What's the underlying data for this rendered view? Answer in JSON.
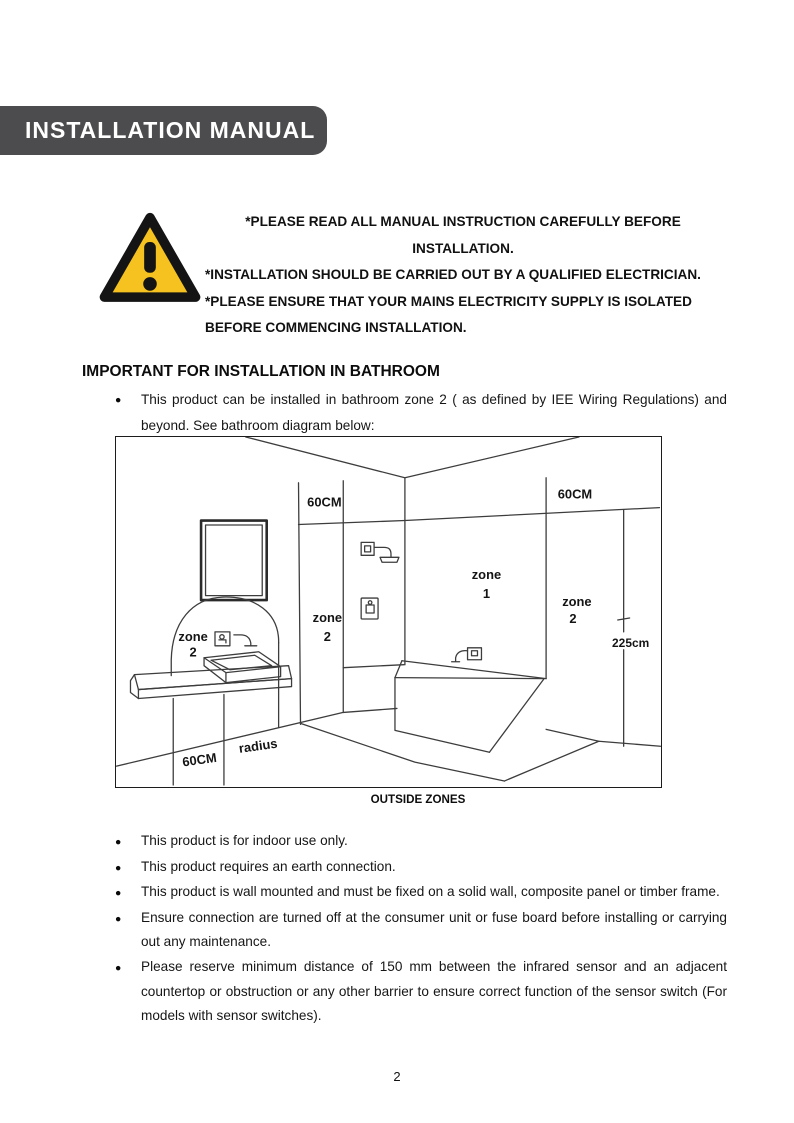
{
  "page": {
    "number": "2",
    "background": "#ffffff"
  },
  "header": {
    "title": "INSTALLATION MANUAL",
    "bg_color": "#4c4c4e",
    "text_color": "#ffffff"
  },
  "warning": {
    "icon": "warning-triangle",
    "triangle_fill": "#f6c21f",
    "triangle_border": "#141414",
    "lines": [
      "*PLEASE READ ALL MANUAL INSTRUCTION CAREFULLY BEFORE",
      "INSTALLATION.",
      "*INSTALLATION SHOULD BE CARRIED OUT BY A QUALIFIED ELECTRICIAN.",
      "*PLEASE ENSURE THAT YOUR MAINS ELECTRICITY SUPPLY IS ISOLATED",
      "BEFORE COMMENCING INSTALLATION."
    ]
  },
  "bathroom": {
    "heading": "IMPORTANT FOR INSTALLATION IN BATHROOM",
    "intro": "This product can be installed in bathroom zone 2 ( as defined by IEE Wiring Regulations) and beyond. See bathroom diagram below:",
    "diagram": {
      "caption": "OUTSIDE ZONES",
      "labels": {
        "top_left": "60CM",
        "top_right": "60CM",
        "zone1_word": "zone",
        "zone1_num": "1",
        "zone2_word": "zone",
        "zone2_num": "2",
        "height": "225cm",
        "bottom": "60CM",
        "radius": "radius"
      }
    }
  },
  "bullets": [
    "This product is for indoor use only.",
    "This product requires an earth connection.",
    "This product is wall mounted and must be fixed on a solid wall, composite panel or timber frame.",
    "Ensure connection are turned off at the consumer unit or fuse board before installing or carrying out any maintenance.",
    "Please reserve minimum distance of 150 mm between the infrared sensor and an adjacent countertop or obstruction or any other barrier to ensure correct function of the sensor switch (For models with sensor switches)."
  ]
}
